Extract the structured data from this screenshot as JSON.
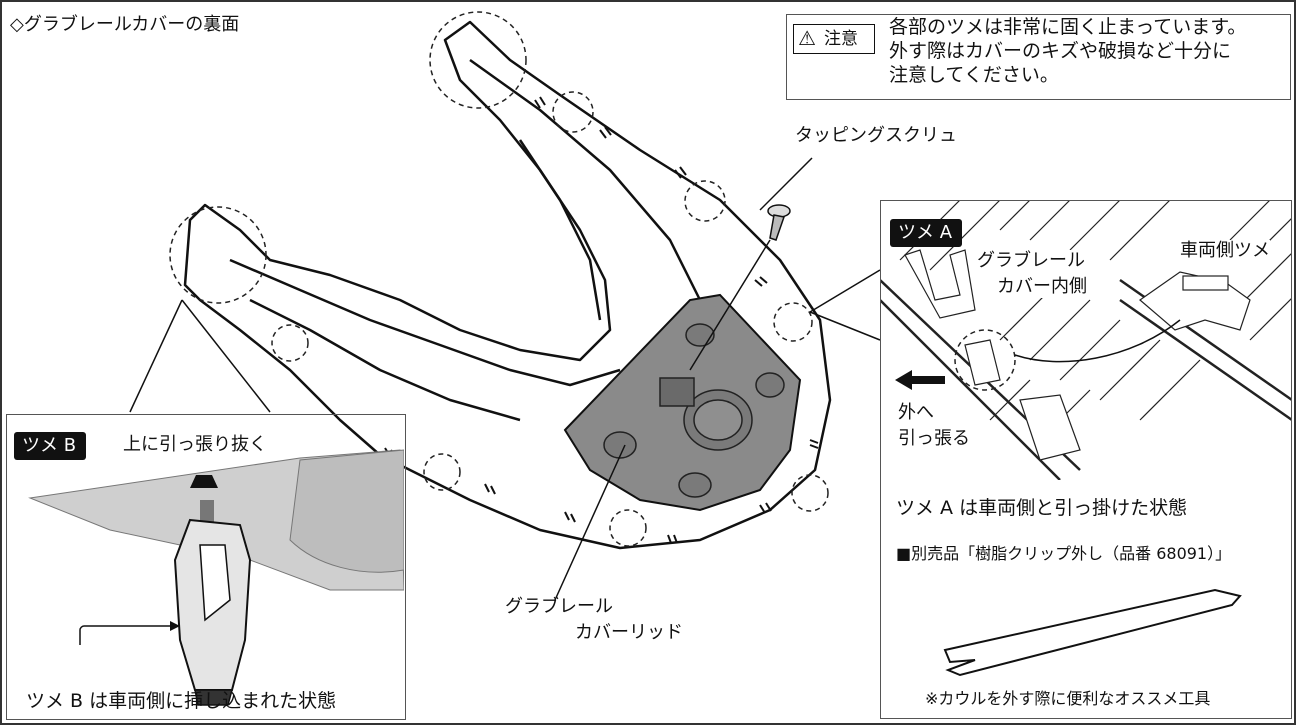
{
  "header": {
    "title": "◇グラブレールカバーの裏面"
  },
  "caution": {
    "badge": "注意",
    "lines": [
      "各部のツメは非常に固く止まっています。",
      "外す際はカバーのキズや破損など十分に",
      "注意してください。"
    ]
  },
  "labels": {
    "screw": "タッピングスクリュ",
    "lid_line1": "グラブレール",
    "lid_line2": "カバーリッド"
  },
  "panel_a": {
    "tag": "ツメ A",
    "inner_line1": "グラブレール",
    "inner_line2": "カバー内側",
    "vehicle_claw": "車両側ツメ",
    "pull_line1": "外へ",
    "pull_line2": "引っ張る",
    "caption": "ツメ A は車両側と引っ掛けた状態",
    "product": "■別売品「樹脂クリップ外し（品番 68091）」",
    "tool_note": "※カウルを外す際に便利なオススメ工具"
  },
  "panel_b": {
    "tag": "ツメ B",
    "instruction": "上に引っ張り抜く",
    "caption": "ツメ B は車両側に挿し込まれた状態"
  }
}
